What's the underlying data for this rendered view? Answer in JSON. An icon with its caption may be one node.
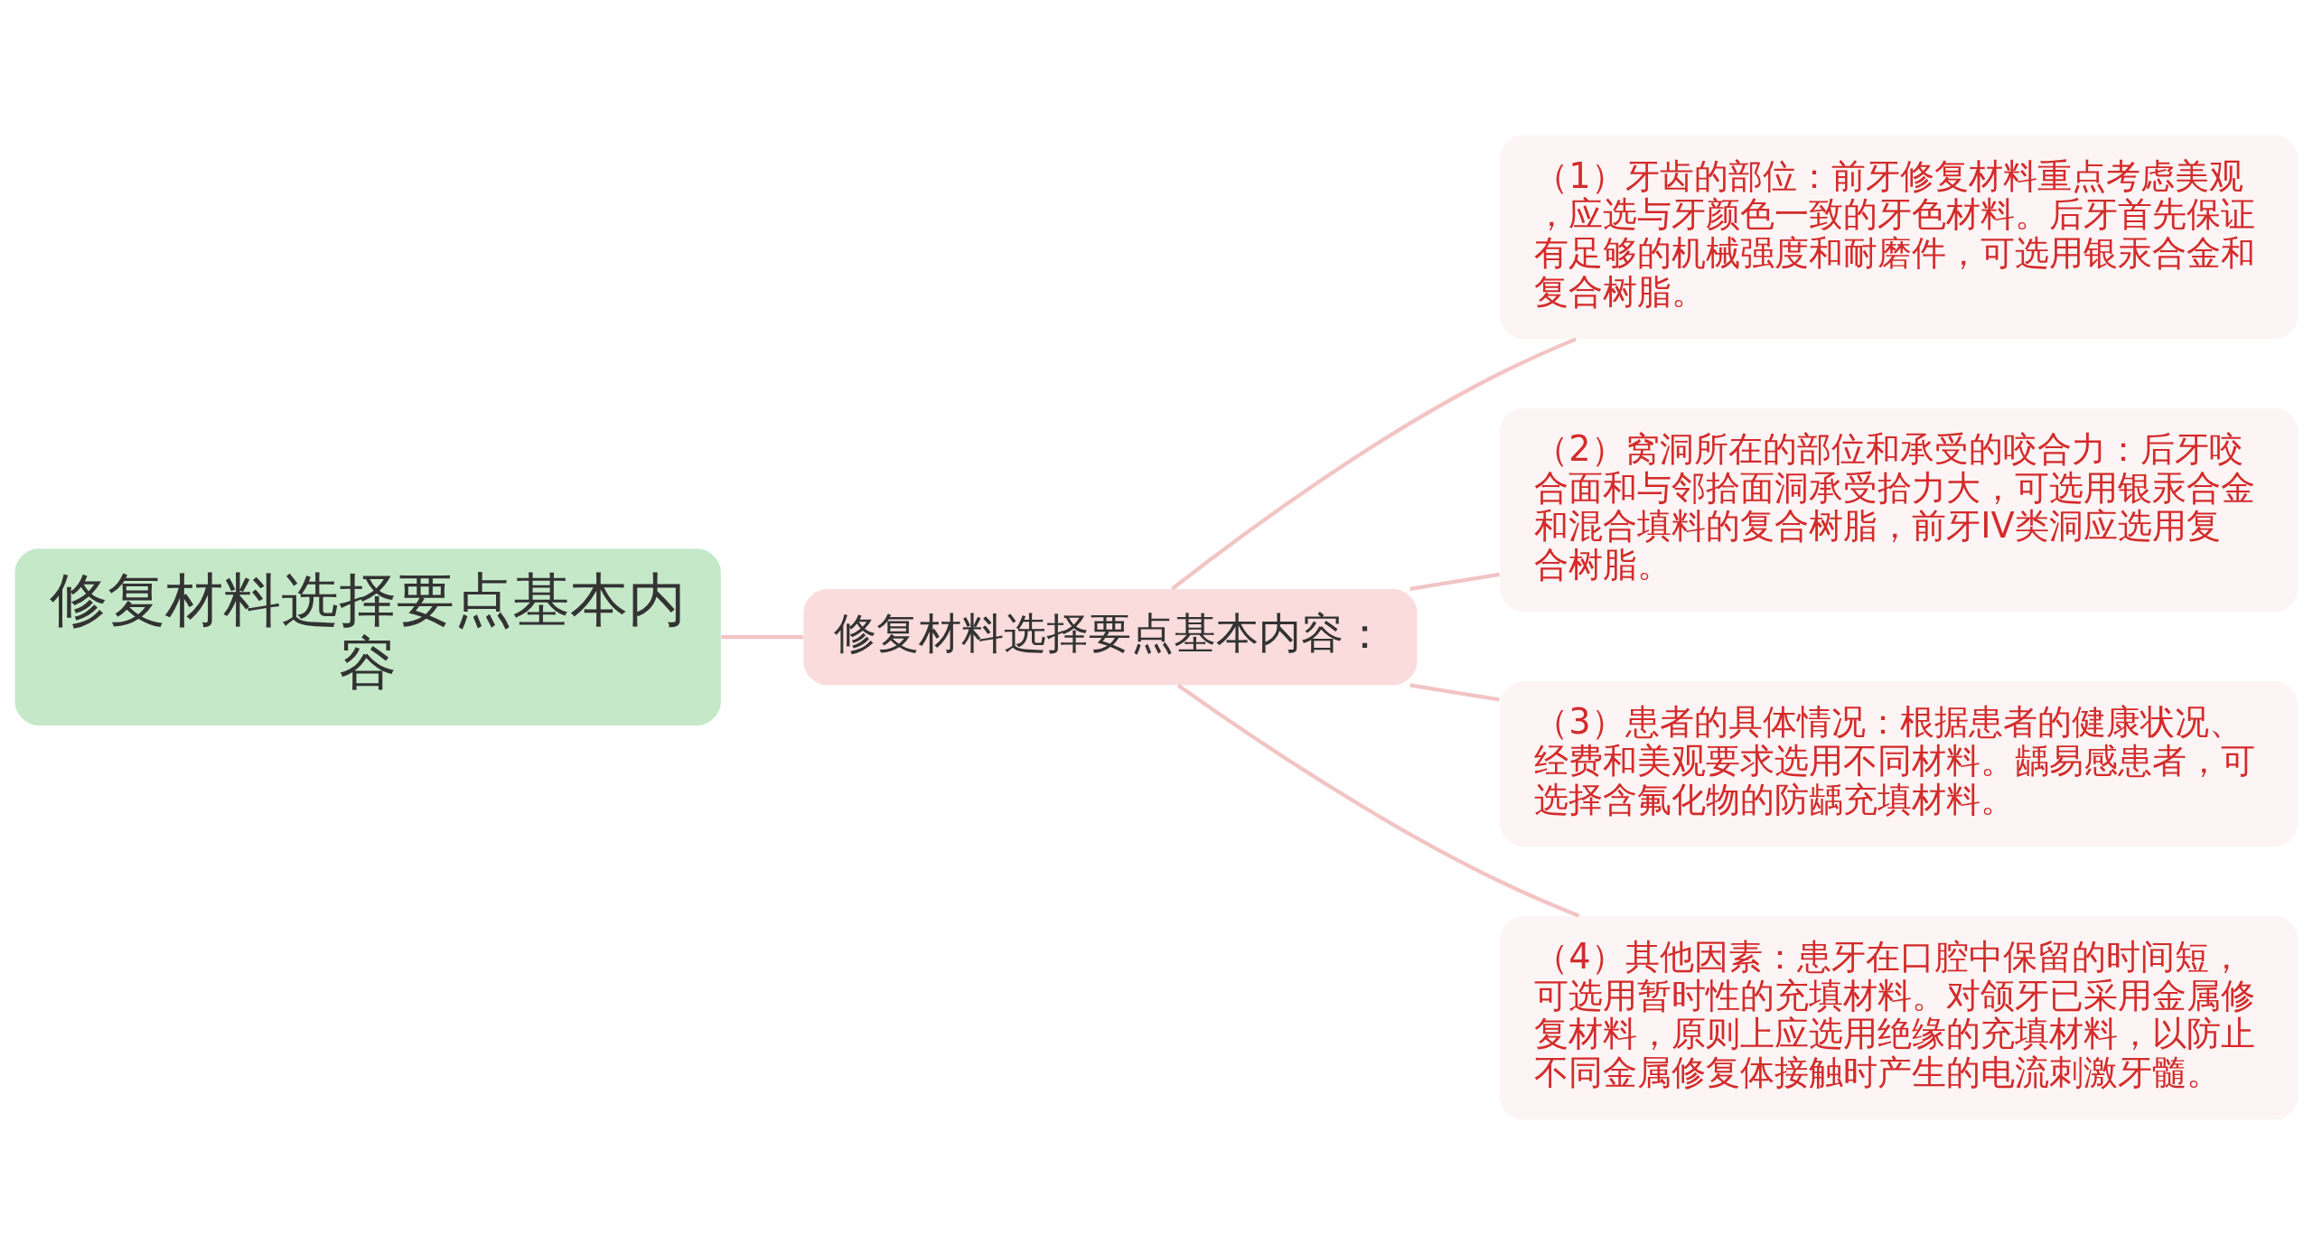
{
  "diagram": {
    "nodes": [
      {
        "text": [
          "修复材料选择要点基本内容"
        ]
      },
      {
        "text": [
          "修复材料选择要点基本内容："
        ]
      },
      {
        "text": [
          "（1）牙齿的部位：前牙修复材料重点考虑美观，应选与牙颜色一致的牙色材料。后牙首先保证有足够的机械强度和耐磨件，可选用银汞合金和复合树脂。"
        ]
      },
      {
        "text": [
          "（2）窝洞所在的部位和承受的咬合力：后牙咬合面和与邻拾面洞承受拾力大，可选用银汞合金和混合填料的复合树脂，前牙IV类洞应选用复合树脂。"
        ]
      },
      {
        "text": [
          "（3）患者的具体情况：根据患者的健康状况、经费和美观要求选用不同材料。龋易感患者，可选择含氟化物的防龋充填材料。"
        ]
      },
      {
        "text": [
          "（4）其他因素：患牙在口腔中保留的时间短，可选用暂时性的充填材料。对颌牙已采用金属修复材料，原则上应选用绝缘的充填材料，以防止不同金属修复体接触时产生的电流刺激牙髓。"
        ]
      }
    ],
    "edges": [
      {
        "from": 0,
        "to": 1,
        "arrow": "none"
      },
      {
        "from": 1,
        "to": 2,
        "arrow": "none"
      },
      {
        "from": 1,
        "to": 3,
        "arrow": "none"
      },
      {
        "from": 1,
        "to": 4,
        "arrow": "none"
      },
      {
        "from": 1,
        "to": 5,
        "arrow": "none"
      }
    ]
  }
}
